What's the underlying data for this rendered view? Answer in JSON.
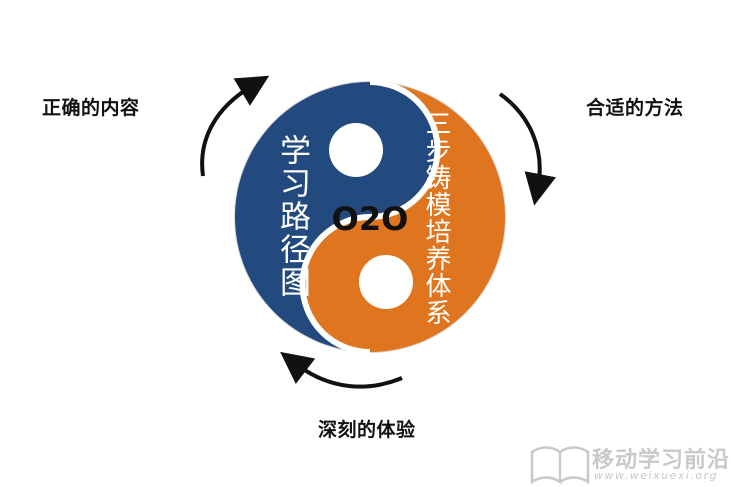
{
  "labels": {
    "top_left": "正确的内容",
    "top_right": "合适的方法",
    "bottom": "深刻的体验"
  },
  "yin_yang": {
    "center": "O2O",
    "left_text": "学习路径图",
    "right_text": "三步铸模培养体系"
  },
  "watermark": {
    "title": "移动学习前沿",
    "url": "www.weixuexi.org"
  },
  "colors": {
    "blue": "#234a7f",
    "orange": "#e0751f",
    "arrow": "#111111",
    "watermark": "#c9c9c9"
  }
}
